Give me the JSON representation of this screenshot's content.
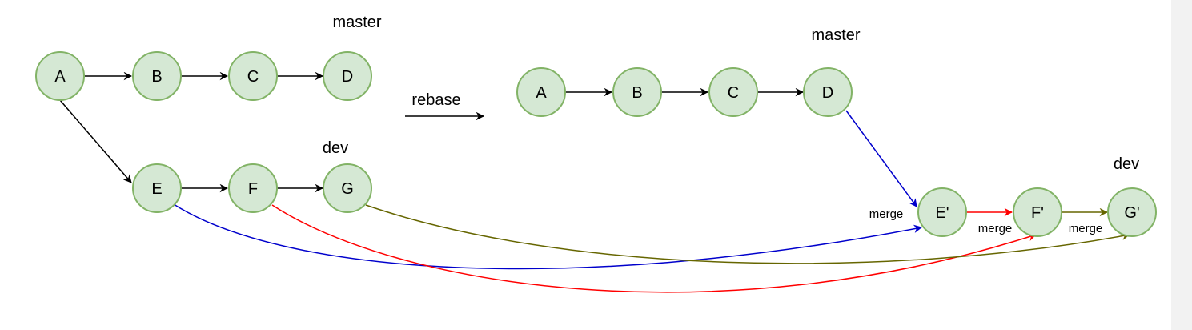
{
  "diagram": {
    "before": {
      "nodes": {
        "a": "A",
        "b": "B",
        "c": "C",
        "d": "D",
        "e": "E",
        "f": "F",
        "g": "G"
      },
      "master_label": "master",
      "dev_label": "dev"
    },
    "operation_label": "rebase",
    "after": {
      "nodes": {
        "a": "A",
        "b": "B",
        "c": "C",
        "d": "D",
        "e_prime": "E'",
        "f_prime": "F'",
        "g_prime": "G'"
      },
      "master_label": "master",
      "dev_label": "dev",
      "merge_labels": [
        "merge",
        "merge",
        "merge"
      ]
    },
    "colors": {
      "node_fill": "#d5e8d4",
      "node_stroke": "#82b366",
      "edge_default": "#000000",
      "edge_e": "#0000cc",
      "edge_f": "#ff0000",
      "edge_g": "#666600"
    }
  }
}
